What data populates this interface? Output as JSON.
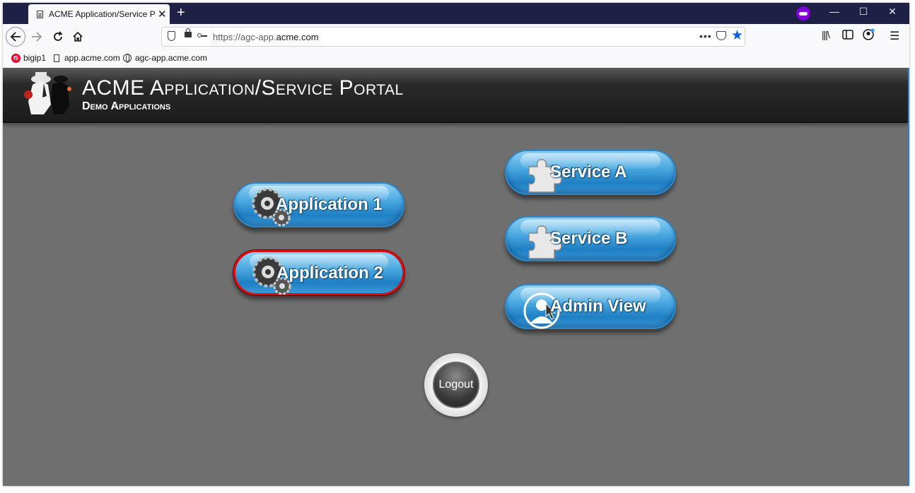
{
  "browser": {
    "tab_title": "ACME Application/Service Port",
    "tab_close": "✕",
    "new_tab": "+",
    "url_prefix": "https://agc-app.",
    "url_domain": "acme.com",
    "url_more": "•••",
    "window_controls": {
      "minimize": "—",
      "maximize": "☐",
      "close": "✕"
    },
    "bookmarks": [
      {
        "label": "bigip1",
        "icon": "f5-icon"
      },
      {
        "label": "app.acme.com",
        "icon": "page-icon"
      },
      {
        "label": "agc-app.acme.com",
        "icon": "globe-icon"
      }
    ]
  },
  "portal": {
    "title": "ACME Application/Service Portal",
    "subtitle": "Demo Applications",
    "apps": [
      {
        "label": "Application 1",
        "icon": "gears-icon"
      },
      {
        "label": "Application 2",
        "icon": "gears-icon",
        "focused": true
      }
    ],
    "services": [
      {
        "label": "Service A",
        "icon": "puzzle-icon"
      },
      {
        "label": "Service B",
        "icon": "puzzle-icon"
      },
      {
        "label": "Admin View",
        "icon": "user-admin-icon"
      }
    ],
    "logout_label": "Logout"
  },
  "colors": {
    "tabbar": "#1e2046",
    "content_bg": "#6f6f6f",
    "pill_blue": "#4ba9e0",
    "focus_ring": "#d81010",
    "bookmark_star": "#0060df"
  }
}
